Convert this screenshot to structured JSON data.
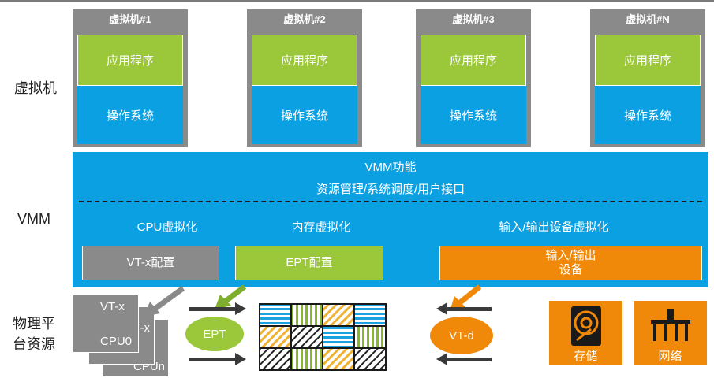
{
  "labels": {
    "vm_row": "虚拟机",
    "vmm_row": "VMM",
    "phys_row_line1": "物理平",
    "phys_row_line2": "台资源"
  },
  "vms": [
    {
      "title": "虚拟机#1",
      "app": "应用程序",
      "os": "操作系统"
    },
    {
      "title": "虚拟机#2",
      "app": "应用程序",
      "os": "操作系统"
    },
    {
      "title": "虚拟机#3",
      "app": "应用程序",
      "os": "操作系统"
    },
    {
      "title": "虚拟机#N",
      "app": "应用程序",
      "os": "操作系统"
    }
  ],
  "vmm": {
    "title": "VMM功能",
    "subtitle": "资源管理/系统调度/用户接口",
    "cpu_virt": "CPU虚拟化",
    "mem_virt": "内存虚拟化",
    "io_virt": "输入/输出设备虚拟化",
    "vtx_config": "VT-x配置",
    "ept_config": "EPT配置",
    "io_device_line1": "输入/输出",
    "io_device_line2": "设备"
  },
  "physical": {
    "cpu_cards": [
      {
        "tech": "VT-x",
        "name": "CPU0"
      },
      {
        "tech": "T-x",
        "name": ""
      },
      {
        "tech": "",
        "name": "CPUn"
      }
    ],
    "ept_label": "EPT",
    "vtd_label": "VT-d",
    "storage_label": "存储",
    "network_label": "网络"
  },
  "colors": {
    "gray": "#8a8a8a",
    "green": "#9bc83a",
    "blue": "#0aa0e2",
    "orange": "#f0890a",
    "arrow_dark": "#3a3a3a",
    "arrow_gray": "#8a8a8a",
    "arrow_green": "#7fae2e",
    "arrow_orange": "#f0890a"
  },
  "memory_grid": [
    [
      "blue-h",
      "green-v",
      "orange-d",
      "blue-h"
    ],
    [
      "orange-d",
      "black-d",
      "blue-h",
      "green-v"
    ],
    [
      "black-d",
      "green-v",
      "orange-d",
      "black-d"
    ]
  ],
  "icons": {
    "storage": "hard-disk-icon",
    "network": "network-icon",
    "arrows": "arrow-icon"
  }
}
